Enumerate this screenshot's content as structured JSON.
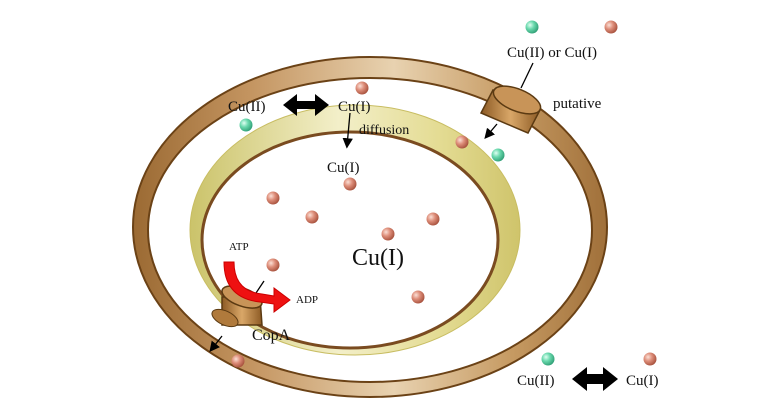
{
  "labels": {
    "top_right_legend": "Cu(II) or Cu(I)",
    "putative": "putative",
    "periplasm_cu2": "Cu(II)",
    "periplasm_cu1": "Cu(I)",
    "diffusion": "diffusion",
    "inner_cu1_small": "Cu(I)",
    "cytoplasm_cu1": "Cu(I)",
    "atp": "ATP",
    "adp": "ADP",
    "copa": "CopA",
    "bottom_cu2": "Cu(II)",
    "bottom_cu1": "Cu(I)"
  },
  "colors": {
    "cu1_ion": "#d9826e",
    "cu2_ion": "#5fd3a6",
    "outer_membrane": "#b98a4e",
    "outer_membrane_highlight": "#e4c9a0",
    "inner_membrane": "#8a5a2e",
    "periplasm_band": "#ddd887",
    "arrow_red": "#ee1111",
    "arrow_black": "#000000"
  },
  "icons": {
    "exchange_arrow": "double-headed-arrow",
    "cu1": "salmon-sphere",
    "cu2": "green-sphere",
    "transporter": "cylinder-channel"
  }
}
